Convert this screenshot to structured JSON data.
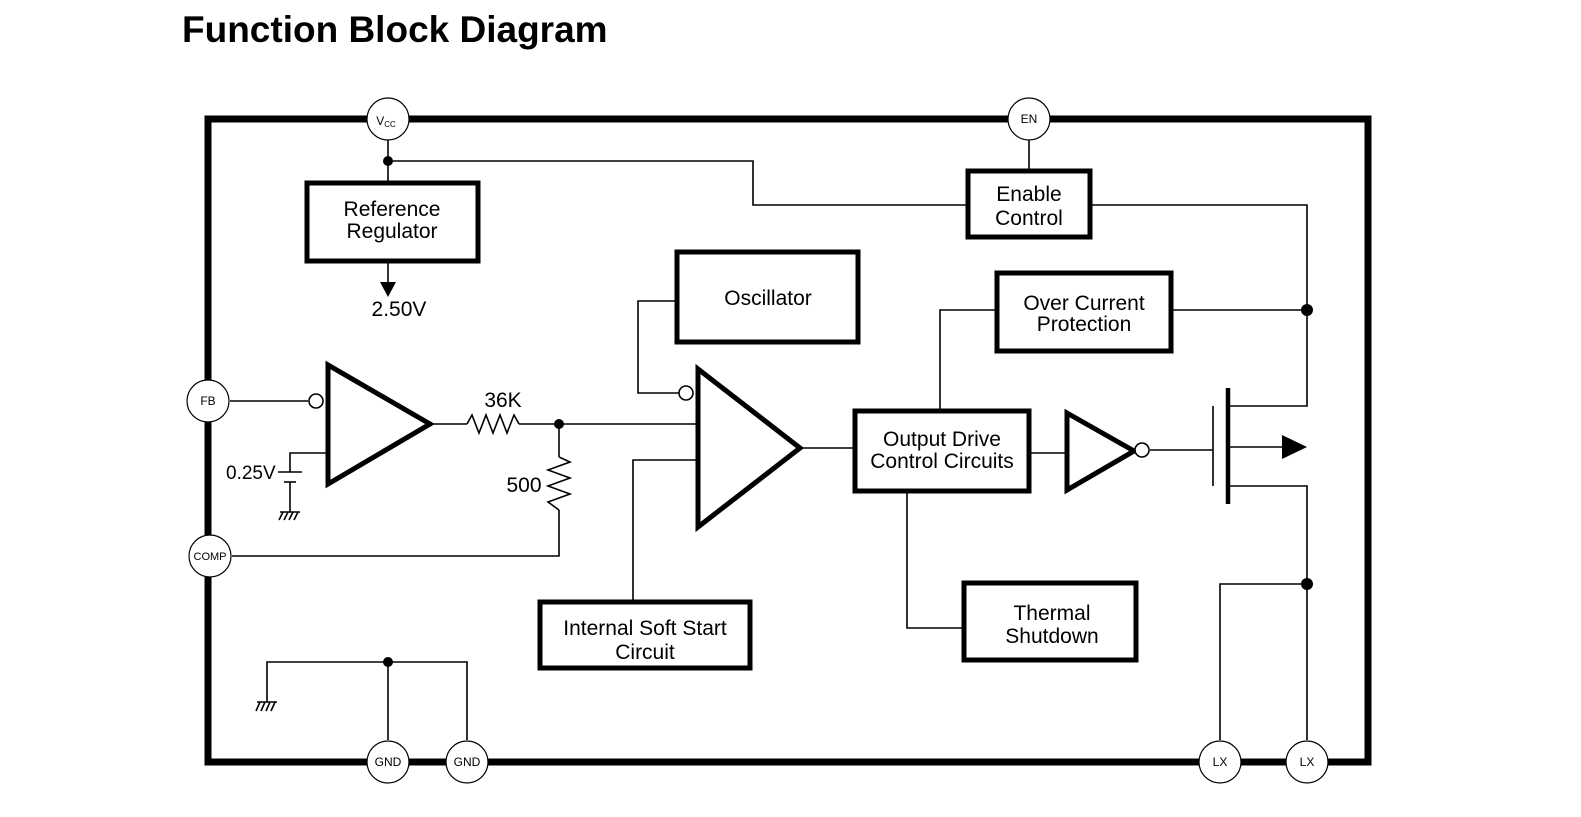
{
  "title": "Function Block Diagram",
  "pins": {
    "vcc": "V",
    "vcc_sub": "CC",
    "en": "EN",
    "fb": "FB",
    "comp": "COMP",
    "gnd1": "GND",
    "gnd2": "GND",
    "lx1": "LX",
    "lx2": "LX"
  },
  "blocks": {
    "reference_regulator_l1": "Reference",
    "reference_regulator_l2": "Regulator",
    "enable_control_l1": "Enable",
    "enable_control_l2": "Control",
    "oscillator": "Oscillator",
    "over_current_l1": "Over Current",
    "over_current_l2": "Protection",
    "output_drive_l1": "Output Drive",
    "output_drive_l2": "Control Circuits",
    "soft_start_l1": "Internal Soft Start",
    "soft_start_l2": "Circuit",
    "thermal_l1": "Thermal",
    "thermal_l2": "Shutdown"
  },
  "labels": {
    "ref_voltage": "2.50V",
    "fb_ref": "0.25V",
    "r1": "36K",
    "r2": "500"
  }
}
